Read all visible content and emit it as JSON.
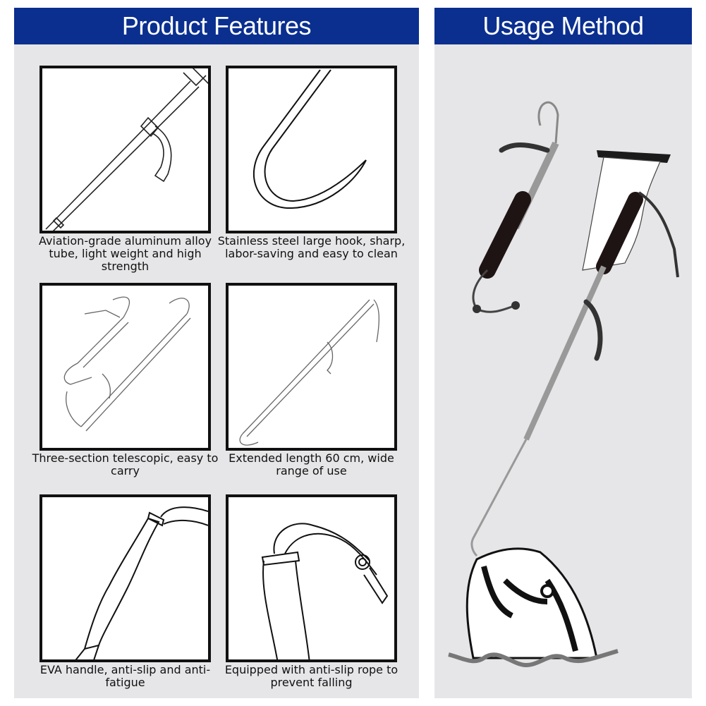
{
  "product_features": {
    "title": "Product Features",
    "items": [
      {
        "icon": "aluminum-tube-illustration",
        "caption": "Aviation-grade aluminum alloy tube, light weight and high strength"
      },
      {
        "icon": "stainless-hook-illustration",
        "caption": "Stainless steel large hook, sharp, labor-saving and easy to clean"
      },
      {
        "icon": "telescopic-sections-illustration",
        "caption": "Three-section telescopic, easy to carry"
      },
      {
        "icon": "extended-gaff-illustration",
        "caption": "Extended length 60 cm, wide range of use"
      },
      {
        "icon": "eva-handle-illustration",
        "caption": "EVA handle, anti-slip and anti-fatigue"
      },
      {
        "icon": "anti-slip-rope-illustration",
        "caption": "Equipped with anti-slip rope to prevent falling"
      }
    ]
  },
  "usage_method": {
    "title": "Usage Method",
    "illustration": "gaff-hooking-fish-illustration"
  },
  "colors": {
    "header_blue": "#0a2f8f",
    "panel_gray": "#e6e6e8",
    "frame_black": "#111111"
  }
}
